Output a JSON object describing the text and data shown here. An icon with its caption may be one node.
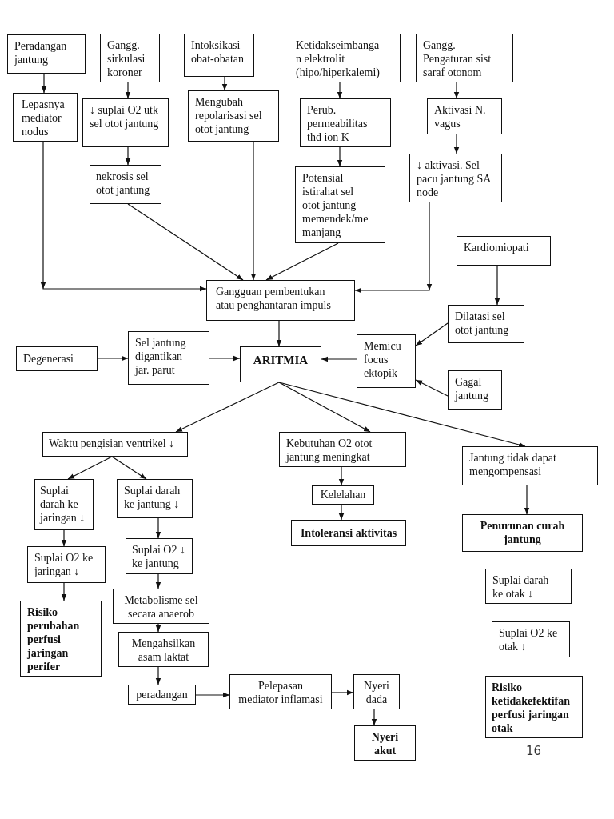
{
  "diagram": {
    "nodes": [
      {
        "text": [
          "Peradangan jantung"
        ]
      },
      {
        "text": [
          "Gangg. sirkulasi koroner"
        ]
      },
      {
        "text": [
          "Intoksikasi obat-obatan"
        ]
      },
      {
        "text": [
          "Ketidakseimbanga n elektrolit (hipo/hiperkalemi)"
        ]
      },
      {
        "text": [
          "Gangg. Pengaturan sist saraf otonom"
        ]
      },
      {
        "text": [
          "Lepasnya mediator nodus"
        ]
      },
      {
        "text": [
          "↓ suplai O2 utk sel otot jantung"
        ]
      },
      {
        "text": [
          "Mengubah repolarisasi sel otot jantung"
        ]
      },
      {
        "text": [
          "Perub. permeabilitas thd ion K"
        ]
      },
      {
        "text": [
          "Aktivasi N. vagus"
        ]
      },
      {
        "text": [
          "nekrosis sel otot jantung"
        ]
      },
      {
        "text": [
          "Potensial istirahat sel otot jantung memendek/me manjang"
        ]
      },
      {
        "text": [
          "↓ aktivasi. Sel pacu jantung SA node"
        ]
      },
      {
        "text": [
          "Kardiomiopati"
        ]
      },
      {
        "text": [
          "Gangguan pembentukan atau penghantaran impuls"
        ]
      },
      {
        "text": [
          "Dilatasi sel otot jantung"
        ]
      },
      {
        "text": [
          "Degenerasi"
        ]
      },
      {
        "text": [
          "Sel jantung digantikan jar. parut"
        ]
      },
      {
        "text": [
          "ARITMIA"
        ]
      },
      {
        "text": [
          "Memicu focus ektopik"
        ]
      },
      {
        "text": [
          "Gagal jantung"
        ]
      },
      {
        "text": [
          "Waktu pengisian ventrikel ↓"
        ]
      },
      {
        "text": [
          "Kebutuhan O2 otot jantung meningkat"
        ]
      },
      {
        "text": [
          "Jantung tidak dapat mengompensasi"
        ]
      },
      {
        "text": [
          "Suplai darah ke jaringan ↓"
        ]
      },
      {
        "text": [
          "Suplai darah ke jantung ↓"
        ]
      },
      {
        "text": [
          "Kelelahan"
        ]
      },
      {
        "text": [
          "Suplai O2 ↓ ke jantung"
        ]
      },
      {
        "text": [
          "Intoleransi aktivitas"
        ]
      },
      {
        "text": [
          "Penurunan curah jantung"
        ]
      },
      {
        "text": [
          "Suplai O2 ke jaringan ↓"
        ]
      },
      {
        "text": [
          "Metabolisme sel secara anaerob"
        ]
      },
      {
        "text": [
          "Risiko perubahan perfusi jaringan perifer"
        ]
      },
      {
        "text": [
          "Suplai darah ke otak ↓"
        ]
      },
      {
        "text": [
          "Mengahsilkan asam laktat"
        ]
      },
      {
        "text": [
          "Suplai O2 ke otak ↓"
        ]
      },
      {
        "text": [
          "peradangan"
        ]
      },
      {
        "text": [
          "Pelepasan mediator inflamasi"
        ]
      },
      {
        "text": [
          "Nyeri dada"
        ]
      },
      {
        "text": [
          "Risiko ketidakefektifan perfusi jaringan otak"
        ]
      },
      {
        "text": [
          "Nyeri akut"
        ]
      }
    ],
    "edges": [
      {
        "from": 0,
        "to": 5,
        "arrow": "to"
      },
      {
        "from": 1,
        "to": 6,
        "arrow": "to"
      },
      {
        "from": 2,
        "to": 7,
        "arrow": "to"
      },
      {
        "from": 3,
        "to": 8,
        "arrow": "to"
      },
      {
        "from": 4,
        "to": 9,
        "arrow": "to"
      },
      {
        "from": 6,
        "to": 10,
        "arrow": "to"
      },
      {
        "from": 8,
        "to": 11,
        "arrow": "to"
      },
      {
        "from": 9,
        "to": 12,
        "arrow": "to"
      },
      {
        "from": 5,
        "to": 14,
        "arrow": "to"
      },
      {
        "from": 10,
        "to": 14,
        "arrow": "to"
      },
      {
        "from": 7,
        "to": 14,
        "arrow": "to"
      },
      {
        "from": 11,
        "to": 14,
        "arrow": "to"
      },
      {
        "from": 12,
        "to": 14,
        "arrow": "to"
      },
      {
        "from": 14,
        "to": 18,
        "arrow": "to"
      },
      {
        "from": 13,
        "to": 15,
        "arrow": "to"
      },
      {
        "from": 15,
        "to": 19,
        "arrow": "to"
      },
      {
        "from": 20,
        "to": 19,
        "arrow": "to"
      },
      {
        "from": 19,
        "to": 18,
        "arrow": "to"
      },
      {
        "from": 16,
        "to": 17,
        "arrow": "to"
      },
      {
        "from": 17,
        "to": 18,
        "arrow": "to"
      },
      {
        "from": 18,
        "to": 21,
        "arrow": "to"
      },
      {
        "from": 18,
        "to": 22,
        "arrow": "to"
      },
      {
        "from": 18,
        "to": 23,
        "arrow": "to"
      },
      {
        "from": 21,
        "to": 24,
        "arrow": "to"
      },
      {
        "from": 21,
        "to": 25,
        "arrow": "to"
      },
      {
        "from": 24,
        "to": 30,
        "arrow": "to"
      },
      {
        "from": 30,
        "to": 32,
        "arrow": "to"
      },
      {
        "from": 25,
        "to": 27,
        "arrow": "to"
      },
      {
        "from": 27,
        "to": 31,
        "arrow": "to"
      },
      {
        "from": 31,
        "to": 34,
        "arrow": "to"
      },
      {
        "from": 34,
        "to": 36,
        "arrow": "to"
      },
      {
        "from": 36,
        "to": 37,
        "arrow": "to"
      },
      {
        "from": 37,
        "to": 38,
        "arrow": "to"
      },
      {
        "from": 38,
        "to": 40,
        "arrow": "to"
      },
      {
        "from": 22,
        "to": 26,
        "arrow": "to"
      },
      {
        "from": 26,
        "to": 28,
        "arrow": "to"
      },
      {
        "from": 23,
        "to": 29,
        "arrow": "to"
      }
    ],
    "labels": [
      "16"
    ]
  }
}
